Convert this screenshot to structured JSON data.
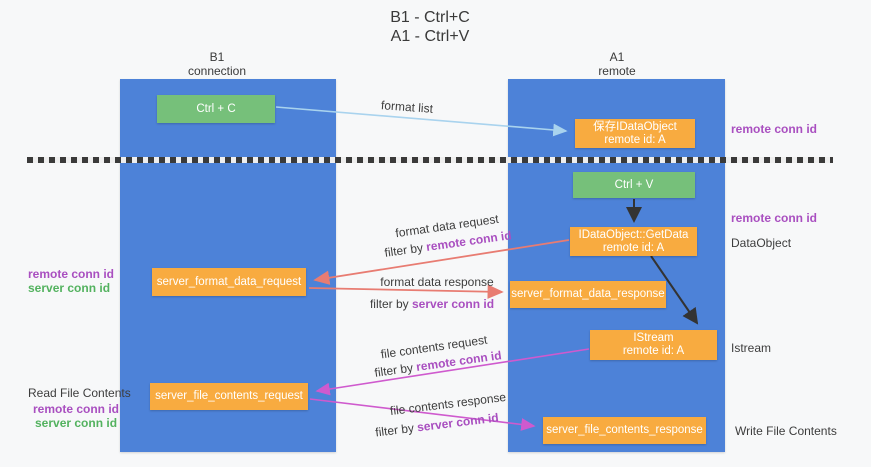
{
  "title": {
    "line1": "B1 - Ctrl+C",
    "line2": "A1 - Ctrl+V"
  },
  "lanes": {
    "b1": {
      "name": "B1",
      "subtitle": "connection"
    },
    "a1": {
      "name": "A1",
      "subtitle": "remote"
    }
  },
  "nodes": {
    "ctrl_c": "Ctrl + C",
    "ctrl_v": "Ctrl + V",
    "save_dataobject_l1": "保存IDataObject",
    "save_dataobject_l2": "remote id: A",
    "getdata_l1": "IDataObject::GetData",
    "getdata_l2": "remote id: A",
    "istream_l1": "IStream",
    "istream_l2": "remote id: A",
    "format_request": "server_format_data_request",
    "format_response": "server_format_data_response",
    "file_request": "server_file_contents_request",
    "file_response": "server_file_contents_response"
  },
  "arrow_labels": {
    "format_list": "format list",
    "format_data_request": "format data request",
    "format_data_response": "format data response",
    "file_contents_request": "file contents request",
    "file_contents_response": "file contents response",
    "filter_by": "filter by",
    "remote_conn_id": "remote conn id",
    "server_conn_id": "server conn id"
  },
  "side_labels": {
    "remote_conn_id": "remote conn id",
    "server_conn_id": "server conn id",
    "dataobject": "DataObject",
    "istream": "Istream",
    "read_file_contents": "Read File Contents",
    "write_file_contents": "Write File Contents"
  },
  "colors": {
    "lane_blue": "#4d82d8",
    "node_orange": "#f8ab40",
    "node_green": "#76c07a",
    "arrow_red": "#e87c72",
    "arrow_magenta": "#cf5ace",
    "arrow_light_blue": "#a9d3ee",
    "arrow_black": "#333333",
    "label_purple": "#a94fc0",
    "label_green": "#53b25f",
    "text_dark": "#3d3d3d",
    "background": "#f7f8f9"
  }
}
